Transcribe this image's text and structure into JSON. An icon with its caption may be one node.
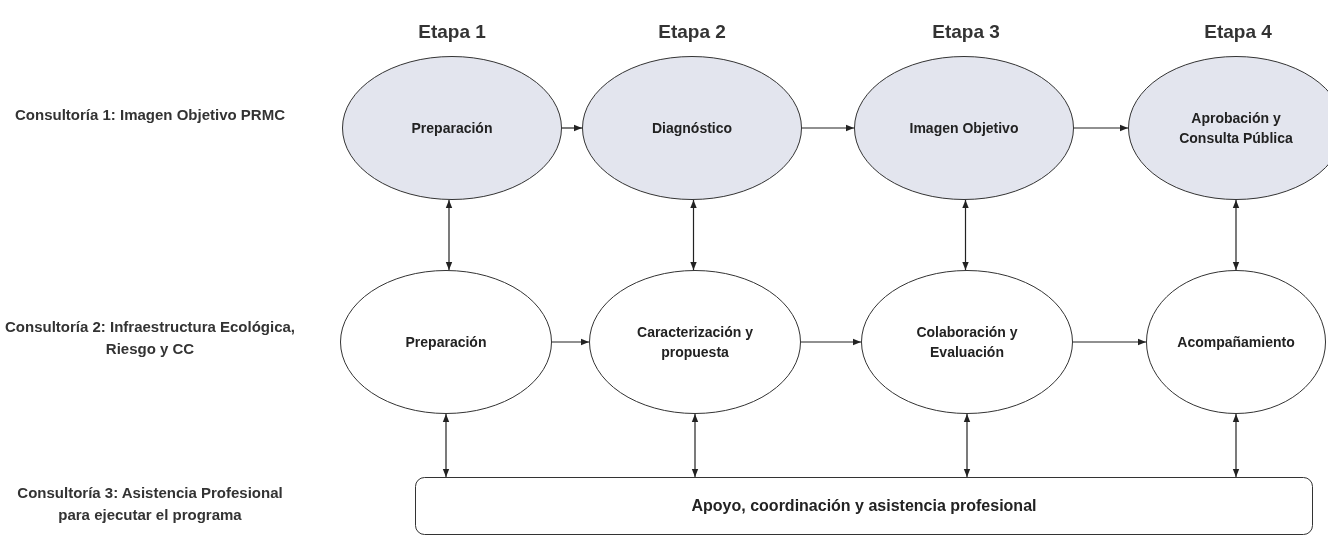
{
  "diagram": {
    "nodes": [
      {
        "text": [
          "Preparación"
        ]
      },
      {
        "text": [
          "Diagnóstico"
        ]
      },
      {
        "text": [
          "Imagen Objetivo"
        ]
      },
      {
        "text": [
          "Aprobación y Consulta Pública"
        ]
      },
      {
        "text": [
          "Preparación"
        ]
      },
      {
        "text": [
          "Caracterización y propuesta"
        ]
      },
      {
        "text": [
          "Colaboración y Evaluación"
        ]
      },
      {
        "text": [
          "Acompañamiento"
        ]
      },
      {
        "text": [
          "Apoyo, coordinación  y asistencia profesional"
        ]
      }
    ],
    "edges": [
      {
        "from": 0,
        "to": 1,
        "arrow": "to"
      },
      {
        "from": 1,
        "to": 2,
        "arrow": "to"
      },
      {
        "from": 2,
        "to": 3,
        "arrow": "to"
      },
      {
        "from": 0,
        "to": 4,
        "arrow": "both"
      },
      {
        "from": 1,
        "to": 5,
        "arrow": "both"
      },
      {
        "from": 2,
        "to": 6,
        "arrow": "both"
      },
      {
        "from": 3,
        "to": 7,
        "arrow": "both"
      },
      {
        "from": 4,
        "to": 5,
        "arrow": "to"
      },
      {
        "from": 5,
        "to": 6,
        "arrow": "to"
      },
      {
        "from": 6,
        "to": 7,
        "arrow": "to"
      },
      {
        "from": 4,
        "to": 8,
        "arrow": "both"
      },
      {
        "from": 5,
        "to": 8,
        "arrow": "both"
      },
      {
        "from": 6,
        "to": 8,
        "arrow": "both"
      },
      {
        "from": 7,
        "to": 8,
        "arrow": "both"
      }
    ],
    "labels": [
      "Etapa 1",
      "Etapa 2",
      "Etapa 3",
      "Etapa 4",
      "Consultoría  1: Imagen Objetivo PRMC",
      "Consultoría  2: Infraestructura Ecológica,  Riesgo y CC",
      "Consultoría  3: Asistencia Profesional para ejecutar el programa"
    ]
  }
}
